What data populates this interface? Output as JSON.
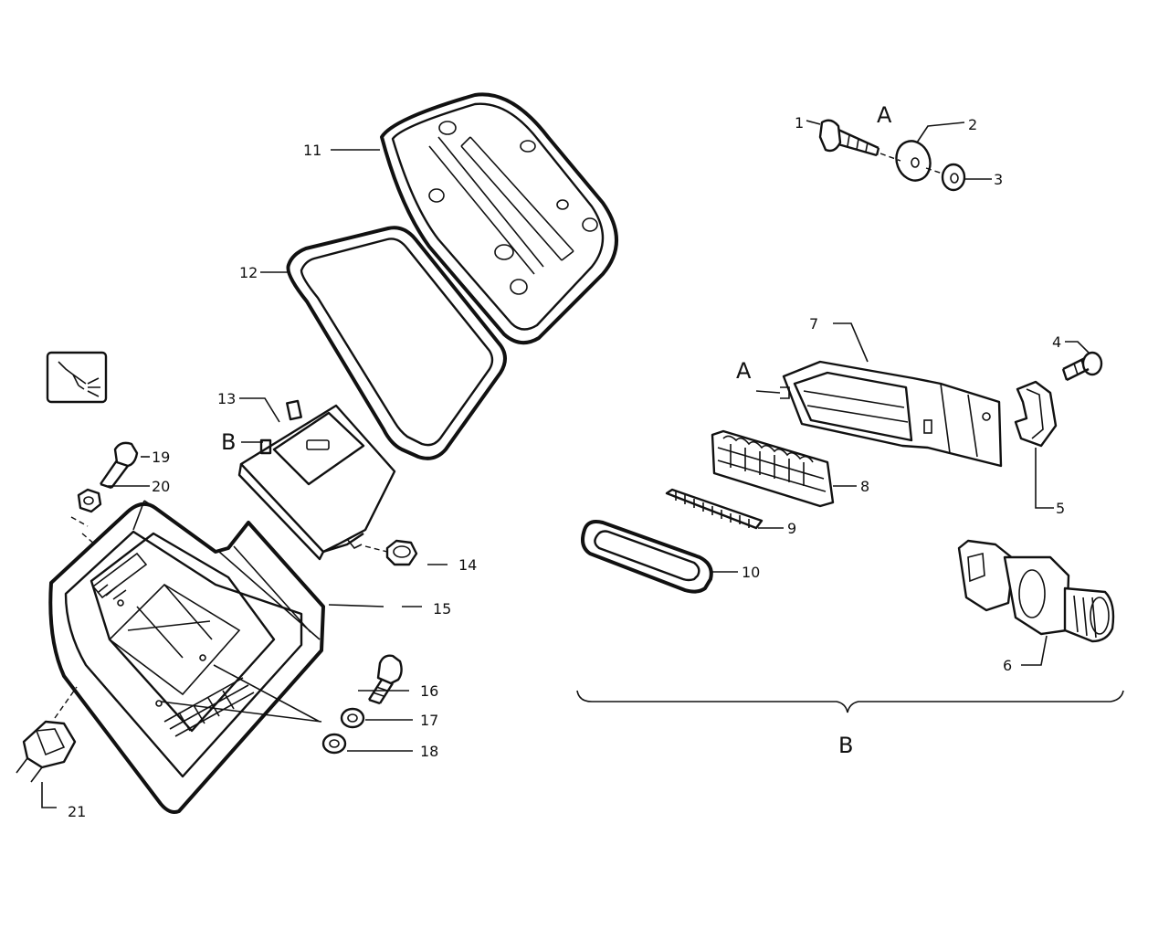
{
  "callouts": {
    "n1": "1",
    "n2": "2",
    "n3": "3",
    "n4": "4",
    "n5": "5",
    "n6": "6",
    "n7": "7",
    "n8": "8",
    "n9": "9",
    "n10": "10",
    "n11": "11",
    "n12": "12",
    "n13": "13",
    "n14": "14",
    "n15": "15",
    "n16": "16",
    "n17": "17",
    "n18": "18",
    "n19": "19",
    "n20": "20",
    "n21": "21"
  },
  "refs": {
    "a_top": "A",
    "a_connector": "A",
    "b_module": "B",
    "b_bracket": "B"
  },
  "icons": {
    "symbol_box": "connector-symbol-icon"
  },
  "colors": {
    "ink": "#111111",
    "paper": "#ffffff"
  }
}
